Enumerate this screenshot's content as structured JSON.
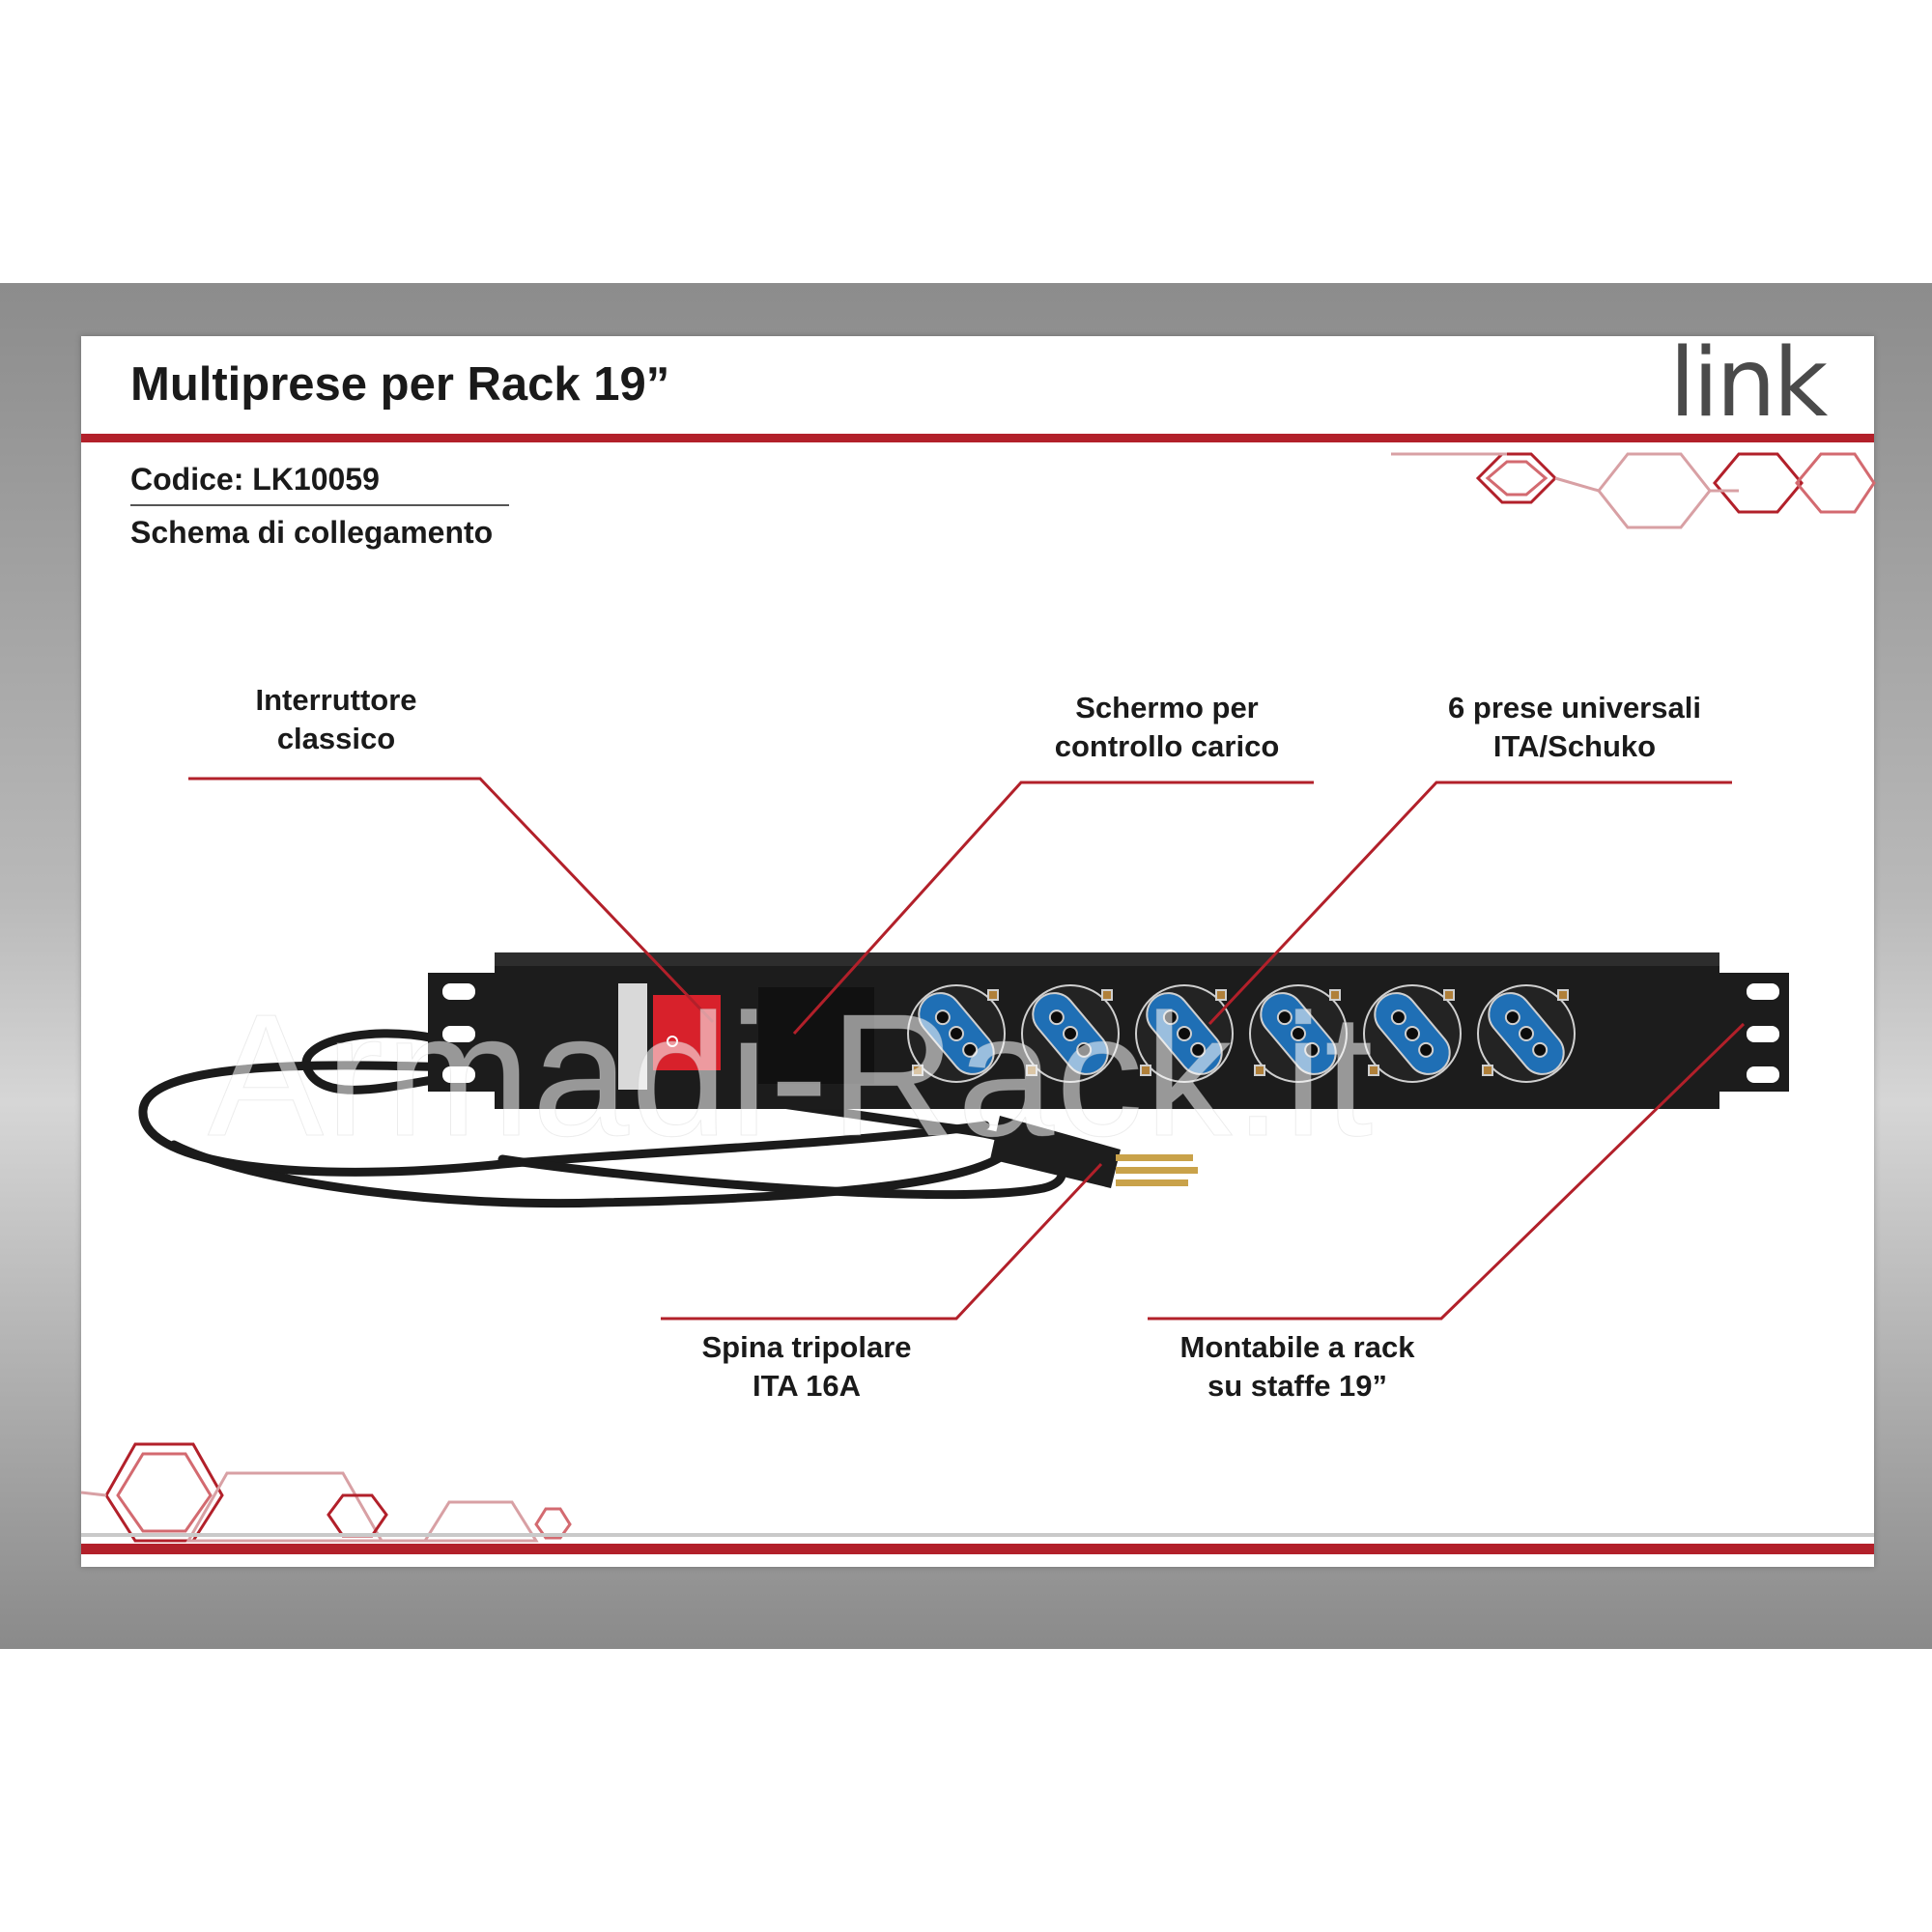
{
  "header": {
    "title": "Multiprese per Rack 19”",
    "logo": "link"
  },
  "info": {
    "code": "Codice: LK10059",
    "subtitle": "Schema di collegamento"
  },
  "callouts": {
    "switch": {
      "line1": "Interruttore",
      "line2": "classico"
    },
    "screen": {
      "line1": "Schermo per",
      "line2": "controllo carico"
    },
    "sockets": {
      "line1": "6 prese universali",
      "line2": "ITA/Schuko"
    },
    "plug": {
      "line1": "Spina tripolare",
      "line2": "ITA 16A"
    },
    "mount": {
      "line1": "Montabile a rack",
      "line2": "su staffe 19”"
    }
  },
  "watermark": "Armadi-Rack.it",
  "colors": {
    "brand_red": "#b2202a",
    "socket_blue": "#1f6fb5",
    "switch_red": "#d8212b",
    "strip_black": "#1c1c1c"
  },
  "product": {
    "socket_count": 6
  }
}
